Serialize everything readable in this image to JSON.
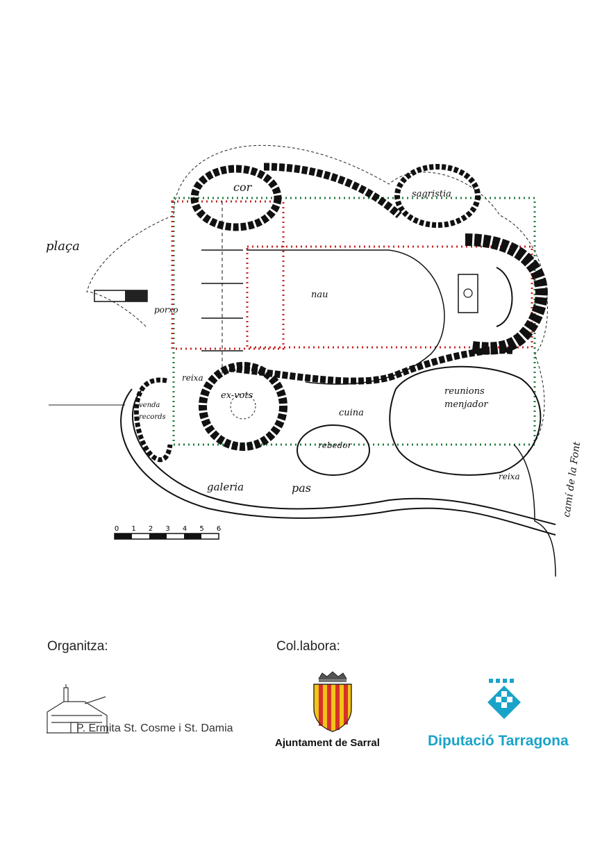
{
  "plan": {
    "labels": {
      "plasa": "plaça",
      "porxo": "porxo",
      "cor": "cor",
      "sagristia": "sagristia",
      "nau": "nau",
      "reixa_top": "reixa",
      "ex_vots": "ex-vots",
      "venda_records": "venda records",
      "cuina": "cuina",
      "reunions_menjador": "reunions menjador",
      "rebedor": "rebedor",
      "galeria": "galeria",
      "pas": "pas",
      "reixa_bottom": "reixa",
      "cami_font": "camí de la Font"
    },
    "scale_ticks": [
      "0",
      "1",
      "2",
      "3",
      "4",
      "5",
      "6"
    ]
  },
  "footer": {
    "organitza_label": "Organitza:",
    "collabora_label": "Col.labora:",
    "logo_ermita_caption": "P. Ermita St. Cosme i St. Damia",
    "logo_sarral_caption": "Ajuntament de Sarral",
    "logo_diputacio_caption": "Diputació Tarragona",
    "colors": {
      "diputacio_blue": "#1aa3c9",
      "sarral_red": "#d6322a",
      "sarral_yellow": "#f2c418"
    }
  }
}
